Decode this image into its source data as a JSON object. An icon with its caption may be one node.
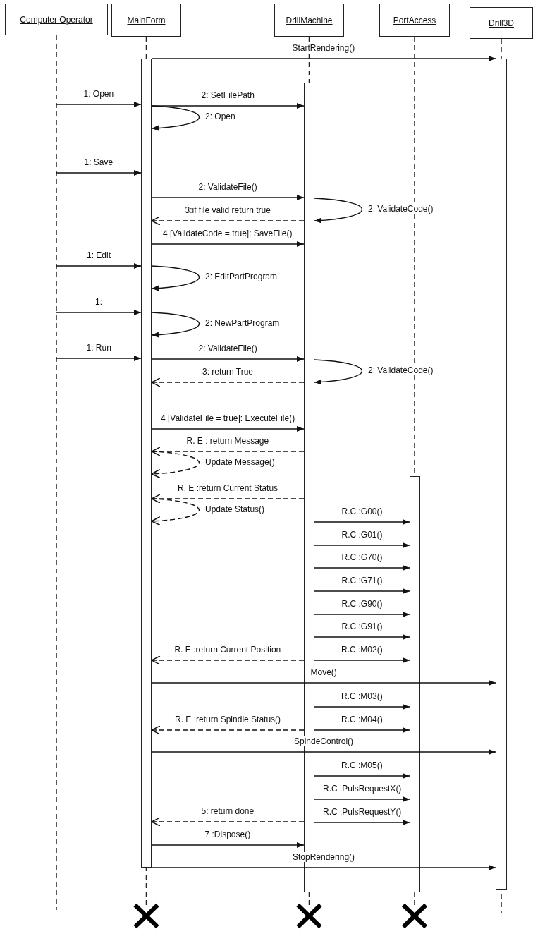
{
  "diagram": {
    "nodes": [
      {
        "text": [
          "Computer Operator"
        ]
      },
      {
        "text": [
          "MainForm"
        ]
      },
      {
        "text": [
          "DrillMachine"
        ]
      },
      {
        "text": [
          "PortAccess"
        ]
      },
      {
        "text": [
          "Drill3D"
        ]
      },
      {
        "text": [],
        "shape": "bar",
        "in": 1
      },
      {
        "text": [],
        "shape": "bar",
        "in": 2
      },
      {
        "text": [],
        "shape": "bar",
        "in": 3
      },
      {
        "text": [],
        "shape": "bar",
        "in": 4
      }
    ],
    "edges": [
      {
        "from": 5,
        "to": 8,
        "arrow": "to",
        "label": "StartRendering()"
      },
      {
        "from": 0,
        "to": 5,
        "arrow": "to",
        "label": "1: Open"
      },
      {
        "from": 5,
        "to": 6,
        "arrow": "to",
        "label": "2: SetFilePath"
      },
      {
        "from": 5,
        "to": 5,
        "arrow": "to",
        "label": "2: Open"
      },
      {
        "from": 0,
        "to": 5,
        "arrow": "to",
        "label": "1: Save"
      },
      {
        "from": 5,
        "to": 6,
        "arrow": "to",
        "label": "2: ValidateFile()"
      },
      {
        "from": 6,
        "to": 5,
        "arrow": "to",
        "label": "3:if file valid return true",
        "style": "dashed"
      },
      {
        "from": 6,
        "to": 6,
        "arrow": "to",
        "label": "2: ValidateCode()"
      },
      {
        "from": 5,
        "to": 6,
        "arrow": "to",
        "label": "4 [ValidateCode = true]: SaveFile()"
      },
      {
        "from": 0,
        "to": 5,
        "arrow": "to",
        "label": "1: Edit"
      },
      {
        "from": 5,
        "to": 5,
        "arrow": "to",
        "label": "2: EditPartProgram"
      },
      {
        "from": 0,
        "to": 5,
        "arrow": "to",
        "label": "1:"
      },
      {
        "from": 5,
        "to": 5,
        "arrow": "to",
        "label": "2: NewPartProgram"
      },
      {
        "from": 0,
        "to": 5,
        "arrow": "to",
        "label": "1: Run"
      },
      {
        "from": 5,
        "to": 6,
        "arrow": "to",
        "label": "2: ValidateFile()"
      },
      {
        "from": 6,
        "to": 5,
        "arrow": "to",
        "label": "3: return True",
        "style": "dashed"
      },
      {
        "from": 6,
        "to": 6,
        "arrow": "to",
        "label": "2: ValidateCode()"
      },
      {
        "from": 5,
        "to": 6,
        "arrow": "to",
        "label": "4 [ValidateFile = true]: ExecuteFile()"
      },
      {
        "from": 6,
        "to": 5,
        "arrow": "to",
        "label": "R. E : return Message",
        "style": "dashed"
      },
      {
        "from": 5,
        "to": 5,
        "arrow": "to",
        "label": "Update Message()",
        "style": "dashed"
      },
      {
        "from": 6,
        "to": 5,
        "arrow": "to",
        "label": "R. E :return Current Status",
        "style": "dashed"
      },
      {
        "from": 5,
        "to": 5,
        "arrow": "to",
        "label": "Update Status()",
        "style": "dashed"
      },
      {
        "from": 6,
        "to": 7,
        "arrow": "to",
        "label": "R.C :G00()"
      },
      {
        "from": 6,
        "to": 7,
        "arrow": "to",
        "label": "R.C :G01()"
      },
      {
        "from": 6,
        "to": 7,
        "arrow": "to",
        "label": "R.C :G70()"
      },
      {
        "from": 6,
        "to": 7,
        "arrow": "to",
        "label": "R.C :G71()"
      },
      {
        "from": 6,
        "to": 7,
        "arrow": "to",
        "label": "R.C :G90()"
      },
      {
        "from": 6,
        "to": 7,
        "arrow": "to",
        "label": "R.C :G91()"
      },
      {
        "from": 6,
        "to": 7,
        "arrow": "to",
        "label": "R.C :M02()"
      },
      {
        "from": 6,
        "to": 5,
        "arrow": "to",
        "label": "R. E :return Current Position",
        "style": "dashed"
      },
      {
        "from": 5,
        "to": 8,
        "arrow": "to",
        "label": "Move()"
      },
      {
        "from": 6,
        "to": 7,
        "arrow": "to",
        "label": "R.C :M03()"
      },
      {
        "from": 6,
        "to": 7,
        "arrow": "to",
        "label": "R.C :M04()"
      },
      {
        "from": 6,
        "to": 5,
        "arrow": "to",
        "label": "R. E :return Spindle Status()",
        "style": "dashed"
      },
      {
        "from": 5,
        "to": 8,
        "arrow": "to",
        "label": "SpindeControl()"
      },
      {
        "from": 6,
        "to": 7,
        "arrow": "to",
        "label": "R.C :M05()"
      },
      {
        "from": 6,
        "to": 7,
        "arrow": "to",
        "label": "R.C :PulsRequestX()"
      },
      {
        "from": 6,
        "to": 7,
        "arrow": "to",
        "label": "R.C :PulsRequestY()"
      },
      {
        "from": 6,
        "to": 5,
        "arrow": "to",
        "label": "5: return done",
        "style": "dashed"
      },
      {
        "from": 5,
        "to": 6,
        "arrow": "to",
        "label": "7 :Dispose()"
      },
      {
        "from": 5,
        "to": 8,
        "arrow": "to",
        "label": "StopRendering()"
      }
    ]
  }
}
